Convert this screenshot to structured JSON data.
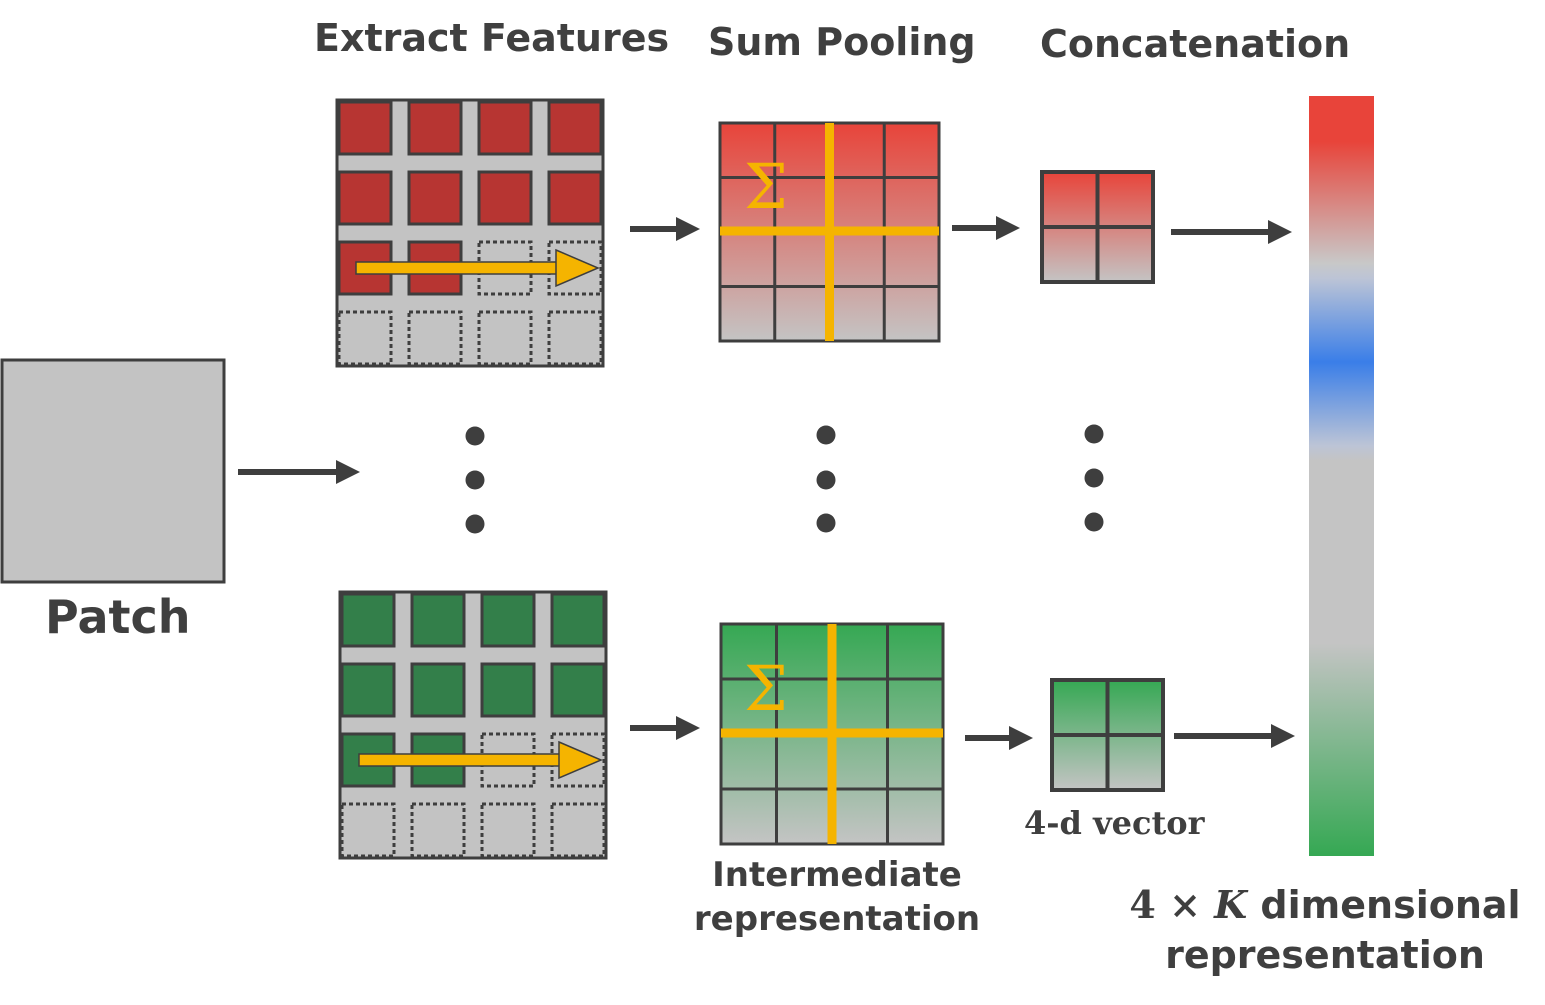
{
  "headings": {
    "extract_features": "Extract Features",
    "sum_pooling": "Sum Pooling",
    "concatenation": "Concatenation"
  },
  "labels": {
    "patch": "Patch",
    "vector": "4-d vector",
    "intermediate_line1": "Intermediate",
    "intermediate_line2": "representation",
    "final_line1_prefix": "4 × ",
    "final_line1_var": "K",
    "final_line1_suffix": " dimensional",
    "final_line2": "representation"
  },
  "symbols": {
    "sum": "Σ"
  },
  "colors": {
    "red_cell": "#b73532",
    "green_cell": "#337f4a",
    "grid_bg": "#c3c3c3",
    "border": "#3e3e3e",
    "arrow_yellow": "#f5b400",
    "red_top": "#e8443a",
    "green_top": "#35a853",
    "blue_mid": "#3a7ee8",
    "gray_fade": "#c4c4c4"
  },
  "icons": {
    "sliding_window": "arrow-right-icon",
    "pool_split": "cross-lines-icon"
  }
}
